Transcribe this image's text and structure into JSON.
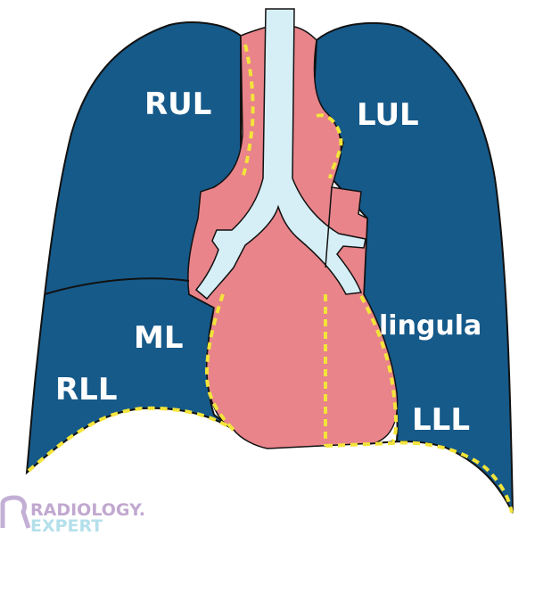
{
  "colors": {
    "lung": "#165a8a",
    "mediastinum": "#e8848a",
    "airway": "#d6eef5",
    "fissure": "#f3e43a",
    "outline": "#111111"
  },
  "labels": {
    "rul": "RUL",
    "lul": "LUL",
    "ml": "ML",
    "lingula": "lingula",
    "rll": "RLL",
    "lll": "LLL"
  },
  "logo": {
    "line1": "RADIOLOGY.",
    "line2": "EXPERT"
  }
}
